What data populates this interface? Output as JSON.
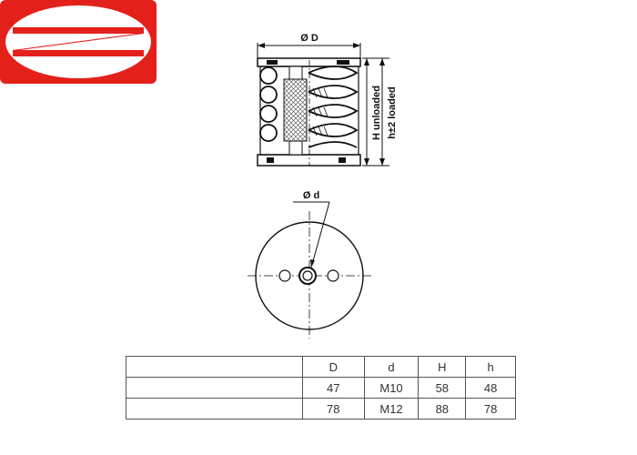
{
  "logo": {
    "name": "brand-logo",
    "color": "#e4201b"
  },
  "drawing": {
    "dim_outer_diameter": "Ø D",
    "dim_height_unloaded": "H unloaded",
    "dim_height_loaded": "h±2 loaded",
    "dim_thread": "Ø d"
  },
  "table": {
    "headers": [
      "D",
      "d",
      "H",
      "h"
    ],
    "rows": [
      [
        "47",
        "M10",
        "58",
        "48"
      ],
      [
        "78",
        "M12",
        "88",
        "78"
      ]
    ]
  }
}
